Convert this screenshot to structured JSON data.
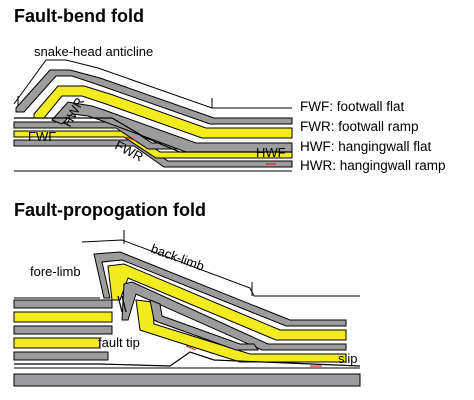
{
  "fault_bend": {
    "title": "Fault-bend fold",
    "labels": {
      "snake_head": "snake-head anticline",
      "hwr": "HWR",
      "fwf": "FWF",
      "fwr": "FWR",
      "hwf": "HWF"
    },
    "legend": [
      "FWF: footwall flat",
      "FWR: footwall ramp",
      "HWF: hangingwall flat",
      "HWR: hangingwall ramp"
    ]
  },
  "fault_prop": {
    "title": "Fault-propogation fold",
    "labels": {
      "fore_limb": "fore-limb",
      "back_limb": "back-limb",
      "fault_tip": "fault tip",
      "slip": "slip"
    }
  },
  "colors": {
    "yellow": "#f2ec1e",
    "grey": "#9c9c9e",
    "outline": "#000000",
    "arrow": "#d42020"
  }
}
